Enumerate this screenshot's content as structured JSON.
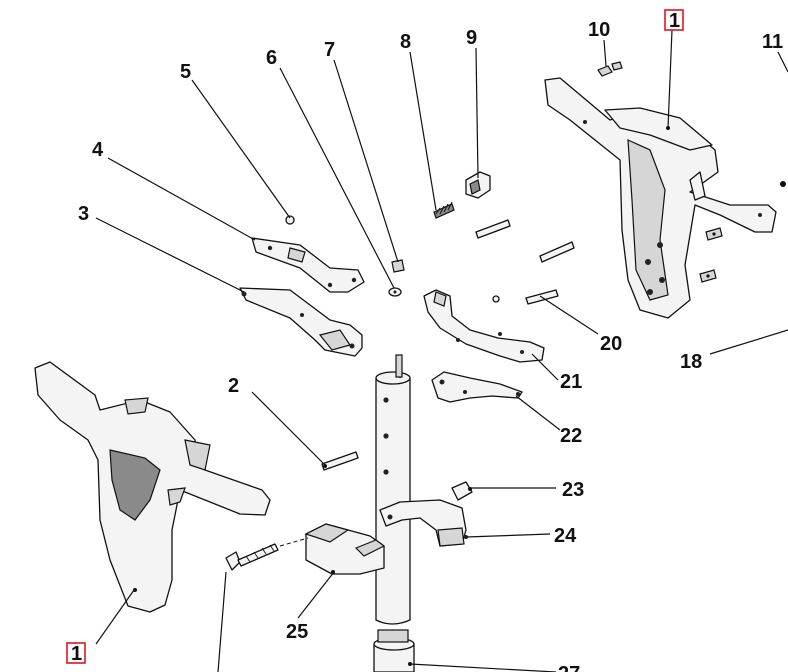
{
  "diagram": {
    "callouts": {
      "c1_top": "1",
      "c1_bottom": "1",
      "c2": "2",
      "c3": "3",
      "c4": "4",
      "c5": "5",
      "c6": "6",
      "c7": "7",
      "c8": "8",
      "c9": "9",
      "c10": "10",
      "c11": "11",
      "c18": "18",
      "c20": "20",
      "c21": "21",
      "c22": "22",
      "c23": "23",
      "c24": "24",
      "c25": "25",
      "c27": "27"
    },
    "highlight_color": "#e0141e"
  }
}
